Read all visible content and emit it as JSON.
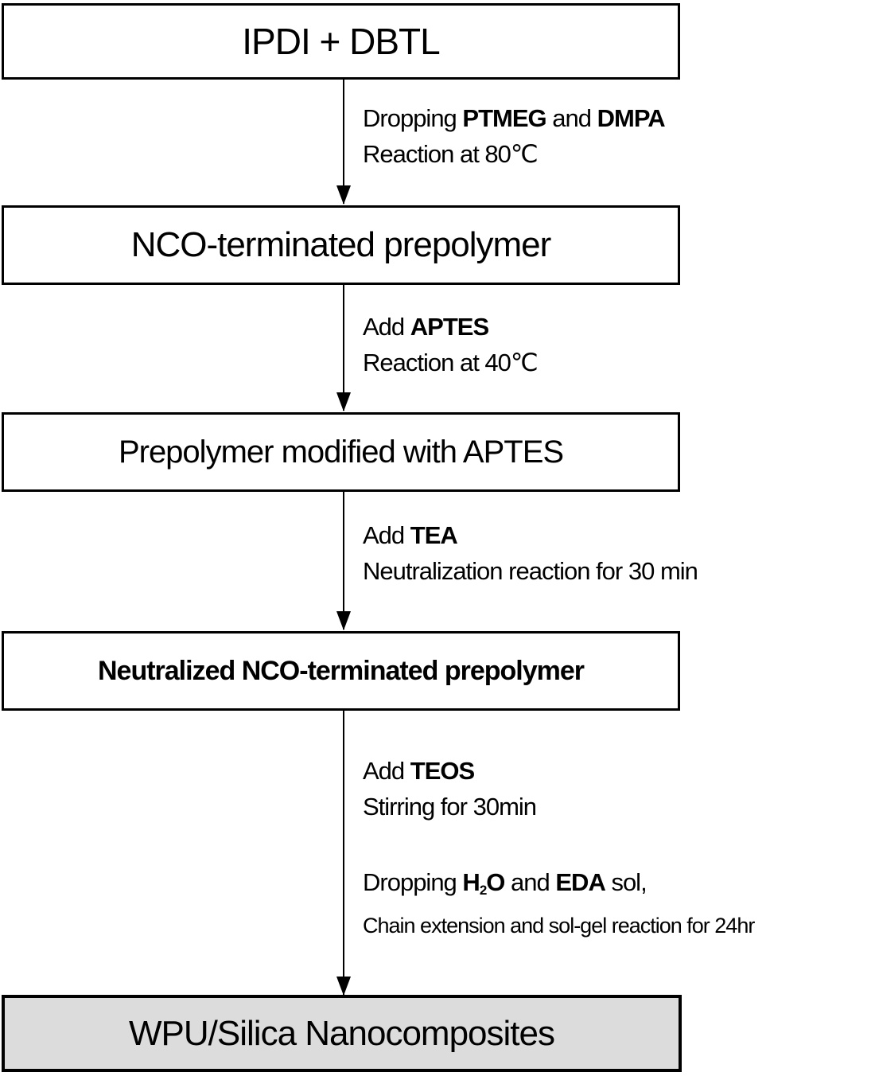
{
  "colors": {
    "final_box_fill": "#dcdcdc",
    "line_and_text": "#000000",
    "background": "#ffffff"
  },
  "boxes": [
    {
      "label": "IPDI + DBTL"
    },
    {
      "label": "NCO-terminated prepolymer"
    },
    {
      "label": "Prepolymer modified with APTES"
    },
    {
      "label": "Neutralized NCO-terminated prepolymer"
    },
    {
      "label": "WPU/Silica Nanocomposites"
    }
  ],
  "steps": [
    {
      "lines": [
        {
          "segs": [
            {
              "t": "Dropping "
            },
            {
              "t": "PTMEG"
            },
            {
              "t": " and "
            },
            {
              "t": "DMPA"
            }
          ]
        },
        {
          "segs": [
            {
              "t": "Reaction at 80℃"
            }
          ]
        }
      ]
    },
    {
      "lines": [
        {
          "segs": [
            {
              "t": "Add "
            },
            {
              "t": "APTES"
            }
          ]
        },
        {
          "segs": [
            {
              "t": "Reaction at 40℃"
            }
          ]
        }
      ]
    },
    {
      "lines": [
        {
          "segs": [
            {
              "t": "Add "
            },
            {
              "t": "TEA"
            }
          ]
        },
        {
          "segs": [
            {
              "t": "Neutralization reaction for 30 min"
            }
          ]
        }
      ]
    },
    {
      "lines": [
        {
          "segs": [
            {
              "t": "Add "
            },
            {
              "t": "TEOS"
            }
          ]
        },
        {
          "segs": [
            {
              "t": "Stirring for 30min"
            }
          ]
        }
      ]
    },
    {
      "lines": [
        {
          "segs": [
            {
              "t": "Dropping "
            },
            {
              "t": "H"
            },
            {
              "t": "2"
            },
            {
              "t": "O"
            },
            {
              "t": " and "
            },
            {
              "t": "EDA"
            },
            {
              "t": " sol,"
            }
          ]
        },
        {
          "segs": [
            {
              "t": "Chain extension and sol-gel reaction for 24hr"
            }
          ]
        }
      ]
    }
  ]
}
